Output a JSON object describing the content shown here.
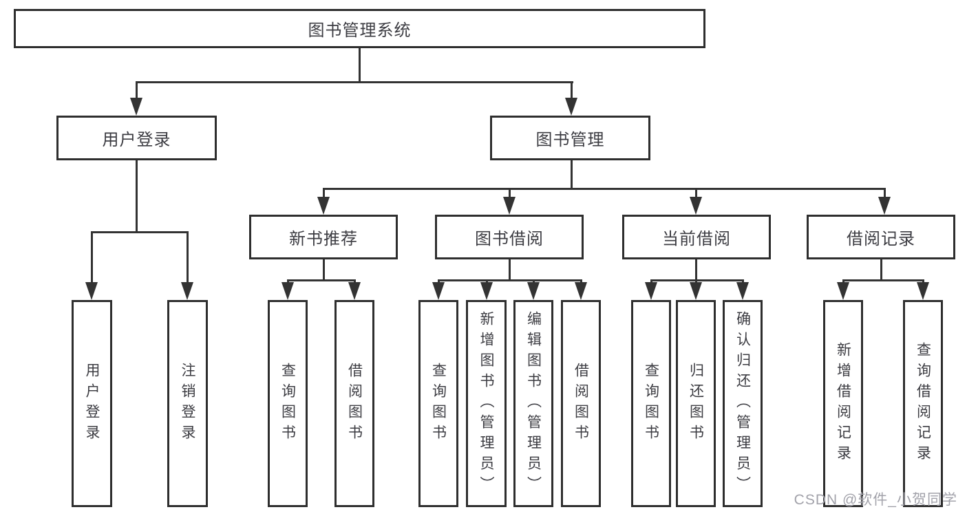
{
  "diagram": {
    "type": "hierarchy-tree",
    "colors": {
      "line": "#333333",
      "border": "#2e2e2e",
      "text": "#3c3c42",
      "background": "#ffffff",
      "watermark": "#a2a2aa"
    },
    "watermark": "CSDN @软件_小贺同学",
    "nodes": {
      "root": {
        "label": "图书管理系统"
      },
      "userLogin": {
        "label": "用户登录"
      },
      "bookMgmt": {
        "label": "图书管理"
      },
      "newBookRec": {
        "label": "新书推荐"
      },
      "bookBorrow": {
        "label": "图书借阅"
      },
      "currentBorrow": {
        "label": "当前借阅"
      },
      "borrowRecords": {
        "label": "借阅记录"
      },
      "loginLeaf": {
        "label": "用户登录"
      },
      "logoutLeaf": {
        "label": "注销登录"
      },
      "recQuery": {
        "label": "查询图书"
      },
      "recBorrow": {
        "label": "借阅图书"
      },
      "bbQuery": {
        "label": "查询图书"
      },
      "bbAdd": {
        "label": "新增图书（管理员）"
      },
      "bbEdit": {
        "label": "编辑图书（管理员）"
      },
      "bbBorrow": {
        "label": "借阅图书"
      },
      "cbQuery": {
        "label": "查询图书"
      },
      "cbReturn": {
        "label": "归还图书"
      },
      "cbConfirm": {
        "label": "确认归还（管理员）"
      },
      "brAdd": {
        "label": "新增借阅记录"
      },
      "brQuery": {
        "label": "查询借阅记录"
      }
    },
    "structure": {
      "图书管理系统": [
        "用户登录",
        "图书管理"
      ],
      "用户登录": [
        "用户登录",
        "注销登录"
      ],
      "图书管理": [
        "新书推荐",
        "图书借阅",
        "当前借阅",
        "借阅记录"
      ],
      "新书推荐": [
        "查询图书",
        "借阅图书"
      ],
      "图书借阅": [
        "查询图书",
        "新增图书（管理员）",
        "编辑图书（管理员）",
        "借阅图书"
      ],
      "当前借阅": [
        "查询图书",
        "归还图书",
        "确认归还（管理员）"
      ],
      "借阅记录": [
        "新增借阅记录",
        "查询借阅记录"
      ]
    }
  }
}
